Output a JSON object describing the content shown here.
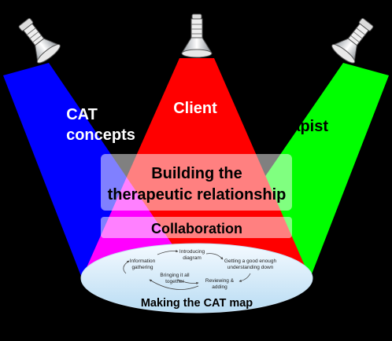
{
  "beams": {
    "left": {
      "label_line1": "CAT",
      "label_line2": "concepts",
      "color": "#0000ff"
    },
    "center": {
      "label": "Client",
      "color": "#ff0000"
    },
    "right": {
      "label": "Therapist",
      "color": "#00ff00"
    }
  },
  "overlap_colors": {
    "magenta": "#ff00ff",
    "yellow": "#ffff00"
  },
  "panels": {
    "relationship_line1": "Building the",
    "relationship_line2": "therapeutic relationship",
    "collaboration": "Collaboration"
  },
  "map": {
    "title": "Making the CAT map",
    "steps": {
      "info_1": "Information",
      "info_2": "gathering",
      "intro_1": "Introducing",
      "intro_2": "diagram",
      "getting_1": "Getting a good enough",
      "getting_2": "understanding down",
      "bring_1": "Bringing it all",
      "bring_2": "together",
      "review_1": "Reviewing &",
      "review_2": "adding"
    }
  }
}
